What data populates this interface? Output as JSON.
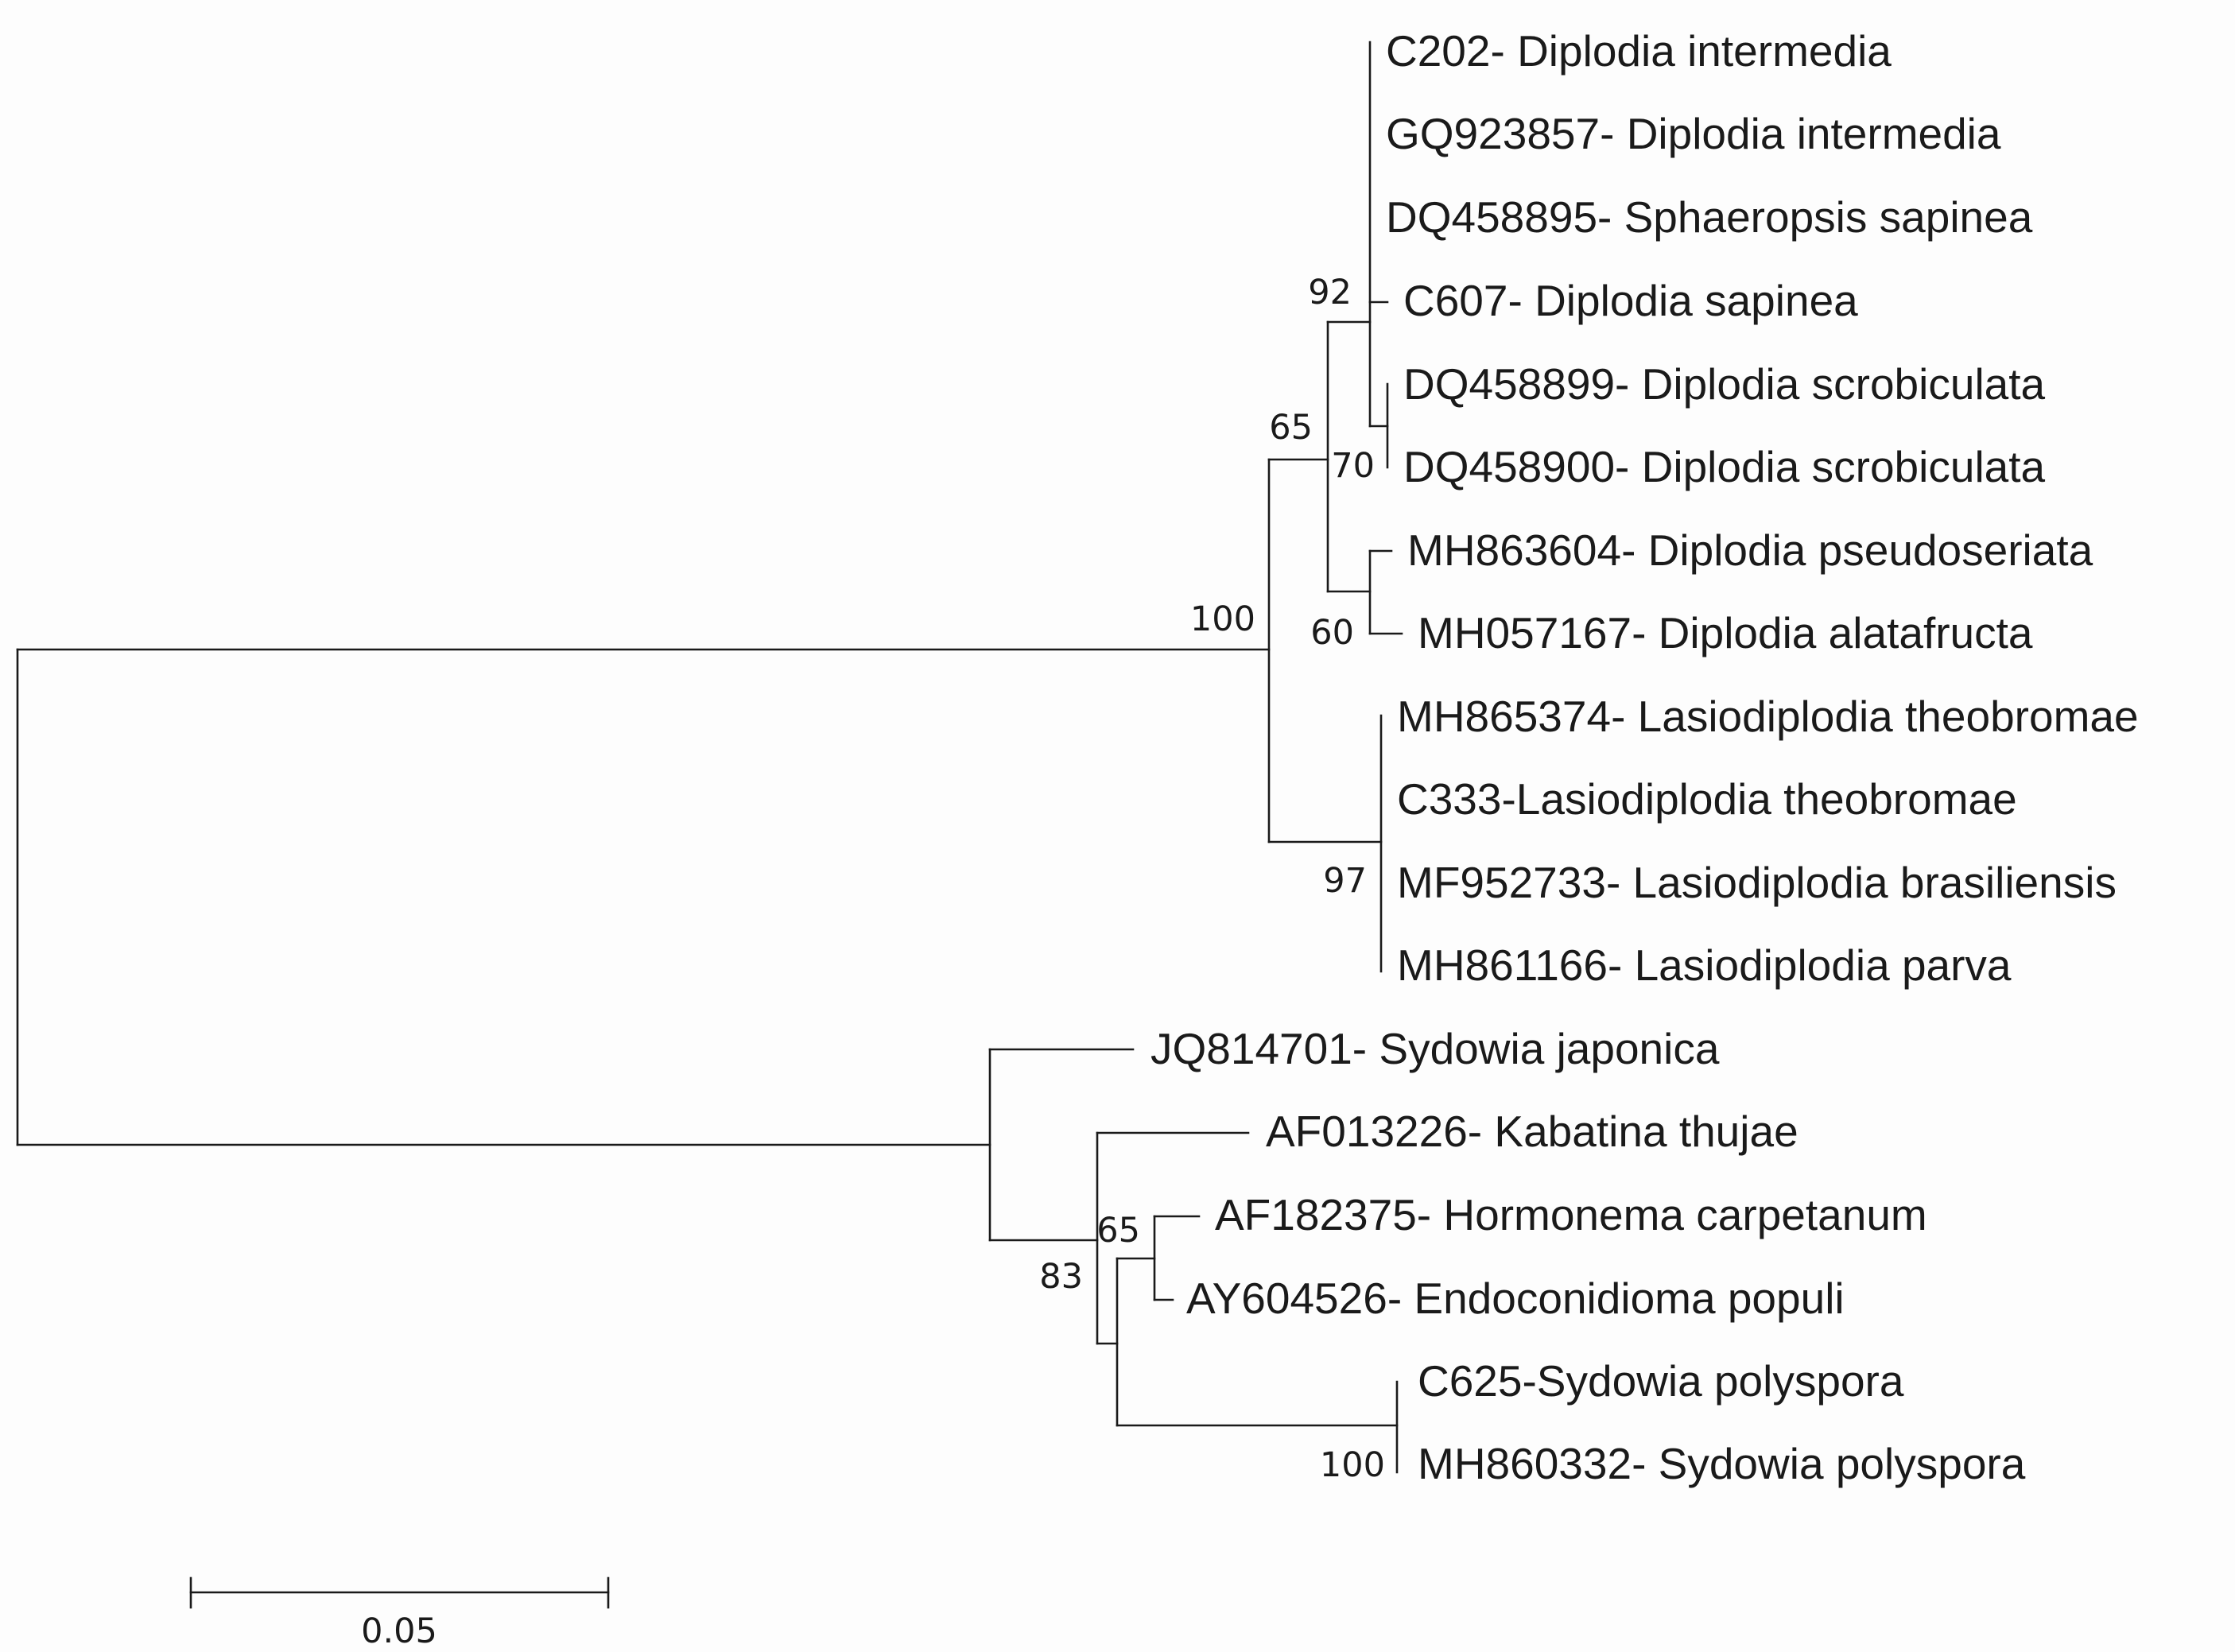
{
  "tree": {
    "leaves": [
      {
        "id": "C202",
        "label": "C202- Diplodia intermedia"
      },
      {
        "id": "GQ923857",
        "label": "GQ923857- Diplodia intermedia"
      },
      {
        "id": "DQ458895",
        "label": "DQ458895- Sphaeropsis sapinea"
      },
      {
        "id": "C607",
        "label": "C607- Diplodia sapinea"
      },
      {
        "id": "DQ458899",
        "label": "DQ458899- Diplodia scrobiculata"
      },
      {
        "id": "DQ458900",
        "label": "DQ458900- Diplodia scrobiculata"
      },
      {
        "id": "MH863604",
        "label": "MH863604- Diplodia pseudoseriata"
      },
      {
        "id": "MH057167",
        "label": "MH057167- Diplodia alatafructa"
      },
      {
        "id": "MH865374",
        "label": "MH865374- Lasiodiplodia theobromae"
      },
      {
        "id": "C333",
        "label": "C333-Lasiodiplodia  theobromae"
      },
      {
        "id": "MF952733",
        "label": "MF952733- Lasiodiplodia brasiliensis"
      },
      {
        "id": "MH861166",
        "label": "MH861166- Lasiodiplodia parva"
      },
      {
        "id": "JQ814701",
        "label": "JQ814701- Sydowia japonica"
      },
      {
        "id": "AF013226",
        "label": "AF013226- Kabatina thujae"
      },
      {
        "id": "AF182375",
        "label": "AF182375- Hormonema carpetanum"
      },
      {
        "id": "AY604526",
        "label": "AY604526- Endoconidioma populi"
      },
      {
        "id": "C625",
        "label": "C625-Sydowia polyspora"
      },
      {
        "id": "MH860332",
        "label": "MH860332- Sydowia polyspora"
      }
    ],
    "support_values": [
      {
        "node": "sapinea-scrobiculata-clade",
        "value": "92"
      },
      {
        "node": "scrobiculata-pair",
        "value": "70"
      },
      {
        "node": "diplodia-clade",
        "value": "65"
      },
      {
        "node": "pseudoseriata-alatafructa-pair",
        "value": "60"
      },
      {
        "node": "botryosphaeriaceae-clade",
        "value": "100"
      },
      {
        "node": "lasiodiplodia-clade",
        "value": "97"
      },
      {
        "node": "hormonema-endoconidioma-pair",
        "value": "65"
      },
      {
        "node": "dothideaceae-subclade",
        "value": "83"
      },
      {
        "node": "sydowia-polyspora-pair",
        "value": "100"
      }
    ]
  },
  "scale_bar": {
    "value": 0.05,
    "label": "0.05"
  }
}
